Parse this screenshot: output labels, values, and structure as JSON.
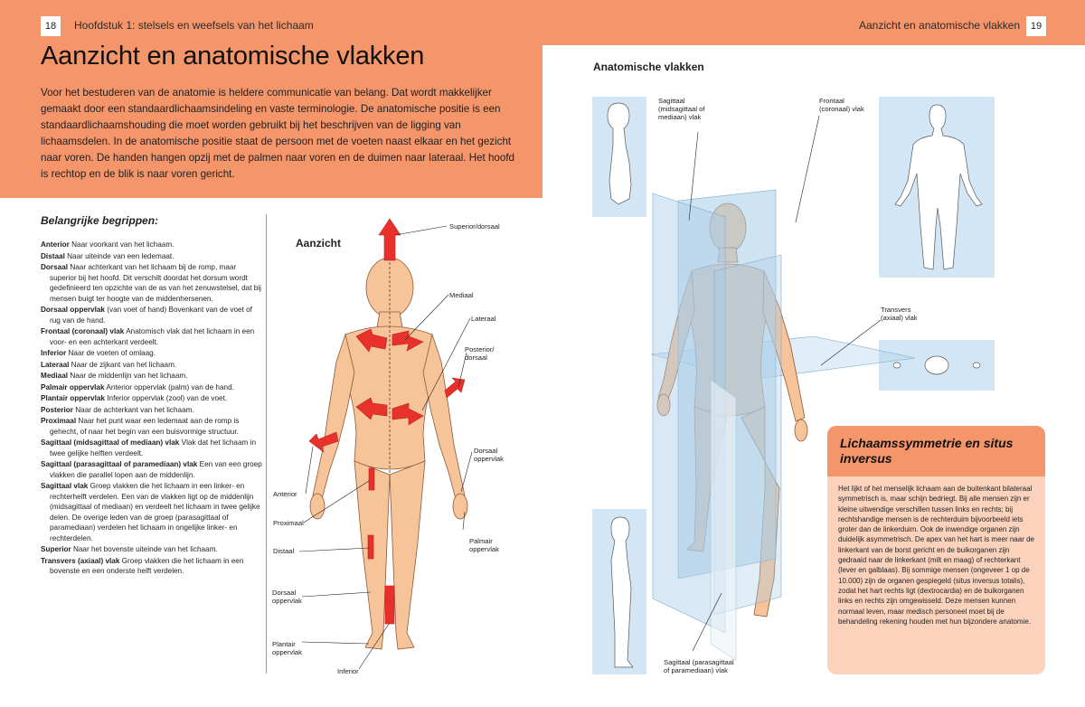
{
  "left_page": {
    "page_number": "18",
    "running_head": "Hoofdstuk 1: stelsels en weefsels van het lichaam",
    "title": "Aanzicht en anatomische vlakken",
    "intro": "Voor het bestuderen van de anatomie is heldere communicatie van belang. Dat wordt makkelijker gemaakt door een standaardlichaamsindeling en vaste terminologie. De anatomische positie is een standaardlichaamshouding die moet worden gebruikt bij het beschrijven van de ligging van lichaamsdelen. In de anatomische positie staat de persoon met de voeten naast elkaar en het gezicht naar voren. De handen hangen opzij met de palmen naar voren en de duimen naar lateraal. Het hoofd is rechtop en de blik is naar voren gericht.",
    "terms_heading": "Belangrijke begrippen:",
    "terms": [
      {
        "term": "Anterior",
        "def": " Naar voorkant van het lichaam."
      },
      {
        "term": "Distaal",
        "def": " Naar uiteinde van een ledemaat."
      },
      {
        "term": "Dorsaal",
        "def": " Naar achterkant van het lichaam bij de romp, maar superior bij het hoofd. Dit verschilt doordat het dorsum wordt gedefinieerd ten opzichte van de as van het zenuwstelsel, dat bij mensen buigt ter hoogte van de middenhersenen."
      },
      {
        "term": "Dorsaal oppervlak",
        "def": " (van voet of hand) Bovenkant van de voet of rug van de hand."
      },
      {
        "term": "Frontaal (coronaal) vlak",
        "def": " Anatomisch vlak dat het lichaam in een voor- en een achterkant verdeelt."
      },
      {
        "term": "Inferior",
        "def": " Naar de voeten of omlaag."
      },
      {
        "term": "Lateraal",
        "def": " Naar de zijkant van het lichaam."
      },
      {
        "term": "Mediaal",
        "def": " Naar de middenlijn van het lichaam."
      },
      {
        "term": "Palmair oppervlak",
        "def": " Anterior oppervlak (palm) van de hand."
      },
      {
        "term": "Plantair oppervlak",
        "def": " Inferior oppervlak (zool) van de voet."
      },
      {
        "term": "Posterior",
        "def": " Naar de achterkant van het lichaam."
      },
      {
        "term": "Proximaal",
        "def": " Naar het punt waar een ledemaat aan de romp is gehecht, of naar het begin van een buisvormige structuur."
      },
      {
        "term": "Sagittaal (midsagittaal of mediaan) vlak",
        "def": " Vlak dat het lichaam in twee gelijke helften verdeelt."
      },
      {
        "term": "Sagittaal (parasagittaal of paramediaan) vlak",
        "def": " Een van een groep vlakken die parallel lopen aan de middenlijn."
      },
      {
        "term": "Sagittaal vlak",
        "def": " Groep vlakken die het lichaam in een linker- en rechterhelft verdelen. Een van de vlakken ligt op de middenlijn (midsagittaal of mediaan) en verdeelt het lichaam in twee gelijke delen. De overige leden van de groep (parasagittaal of paramediaan) verdelen het lichaam in ongelijke linker- en rechterdelen."
      },
      {
        "term": "Superior",
        "def": " Naar het bovenste uiteinde van het lichaam."
      },
      {
        "term": "Transvers (axiaal) vlak",
        "def": " Groep vlakken die het lichaam in een bovenste en een onderste helft verdelen."
      }
    ],
    "figure": {
      "title": "Aanzicht",
      "labels": {
        "superior": "Superior/dorsaal",
        "mediaal": "Mediaal",
        "lateraal": "Lateraal",
        "posterior": "Posterior/\ndorsaal",
        "dorsaal_oppervlak": "Dorsaal\noppervlak",
        "anterior": "Anterior",
        "proximaal": "Proximaal",
        "distaal": "Distaal",
        "palmair": "Palmair\noppervlak",
        "dorsaal_oppervlak_voet": "Dorsaal\noppervlak",
        "plantair": "Plantair\noppervlak",
        "inferior": "Inferior"
      }
    }
  },
  "right_page": {
    "page_number": "19",
    "running_head": "Aanzicht en anatomische vlakken",
    "figure": {
      "title": "Anatomische vlakken",
      "labels": {
        "sagittaal_mid": "Sagittaal\n(midsagittaal of\nmediaan) vlak",
        "frontaal": "Frontaal\n(coronaal) vlak",
        "transvers": "Transvers\n(axiaal) vlak",
        "sagittaal_para": "Sagittaal (parasagittaal\nof paramediaan) vlak"
      }
    },
    "box": {
      "title": "Lichaamssymmetrie en situs inversus",
      "body": "Het lijkt of het menselijk lichaam aan de buitenkant bilateraal symmetrisch is, maar schijn bedriegt. Bij alle mensen zijn er kleine uitwendige verschillen tussen links en rechts; bij rechtshandige mensen is de rechterduim bijvoorbeeld iets groter dan de linkerduim. Ook de inwendige organen zijn duidelijk asymmetrisch. De apex van het hart is meer naar de linkerkant van de borst gericht en de buikorganen zijn gedraaid naar de linkerkant (milt en maag) of rechterkant (lever en galblaas). Bij sommige mensen (ongeveer 1 op de 10.000) zijn de organen gespiegeld (situs inversus totalis), zodat het hart rechts ligt (dextrocardia) en de buikorganen links en rechts zijn omgewisseld. Deze mensen kunnen normaal leven, maar medisch personeel moet bij de behandeling rekening houden met hun bijzondere anatomie."
    }
  },
  "colors": {
    "band": "#f4956a",
    "box_body": "#fbd3bd",
    "skin": "#f7c49a",
    "arrow": "#e8312b",
    "plane_blue": "#a8cde8",
    "panel_blue": "#d3e6f5"
  }
}
